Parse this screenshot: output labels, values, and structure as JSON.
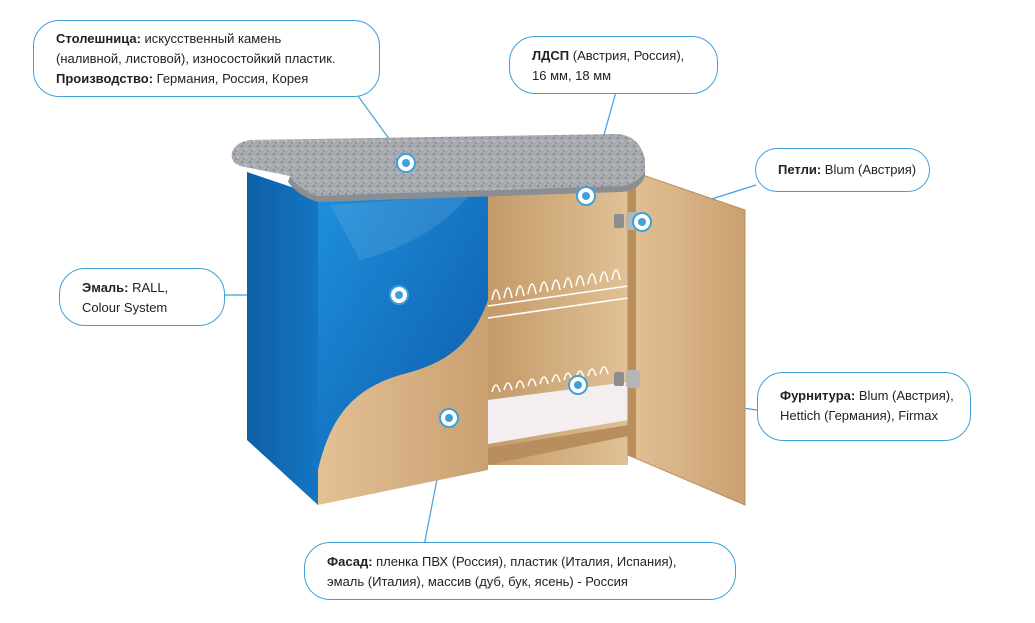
{
  "callouts": {
    "countertop": {
      "line1_label": "Столешница:",
      "line1_text": " искусственный камень",
      "line2_text": "(наливной, листовой), износостойкий пластик.",
      "line3_label": "Производство:",
      "line3_text": " Германия, Россия, Корея"
    },
    "ldsp": {
      "line1_label": "ЛДСП",
      "line1_text": " (Австрия, Россия),",
      "line2_text": "16 мм, 18 мм"
    },
    "hinges": {
      "line1_label": "Петли:",
      "line1_text": " Blum (Австрия)"
    },
    "enamel": {
      "line1_label": "Эмаль:",
      "line1_text": " RALL,",
      "line2_text": "Colour System"
    },
    "hardware": {
      "line1_label": "Фурнитура:",
      "line1_text": " Blum (Австрия),",
      "line2_text": "Hettich (Германия), Firmax"
    },
    "facade": {
      "line1_label": "Фасад:",
      "line1_text": " пленка ПВХ (Россия), пластик (Италия, Испания),",
      "line2_text": "эмаль (Италия), массив (дуб, бук, ясень) - Россия"
    }
  },
  "colors": {
    "accent": "#3fa1d8",
    "enamel_blue": "#1f78c4",
    "wood": "#d9b68a",
    "countertop": "#a9acb0"
  }
}
